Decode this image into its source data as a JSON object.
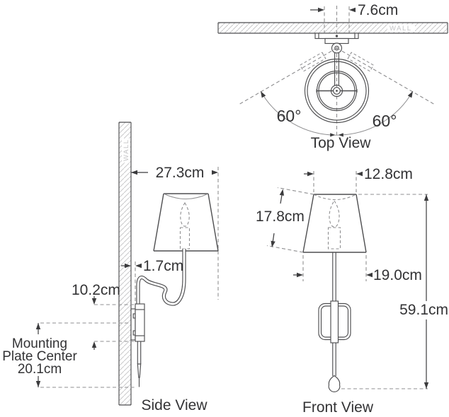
{
  "colors": {
    "background": "#ffffff",
    "line": "#4e4e50",
    "dim_line": "#3b3b3d",
    "dashed": "#8f8f91",
    "text": "#333335",
    "hatch": "#c9c9cb",
    "wall_text": "#c3c3c5"
  },
  "views": {
    "top": {
      "label": "Top View",
      "wall_label": "WALL",
      "dim_backplate_width": "7.6cm",
      "dim_swing_left": "60°",
      "dim_swing_right": "60°"
    },
    "side": {
      "label": "Side View",
      "wall_label": "WALL",
      "dim_depth_from_wall": "27.3cm",
      "dim_wall_clearance": "1.7cm",
      "dim_backplate_height": "10.2cm",
      "mounting_note_line1": "Mounting",
      "mounting_note_line2": "Plate Center",
      "mounting_note_line3": "20.1cm"
    },
    "front": {
      "label": "Front View",
      "dim_shade_top_width": "12.8cm",
      "dim_shade_slant_height": "17.8cm",
      "dim_shade_bottom_width": "19.0cm",
      "dim_overall_height": "59.1cm"
    }
  }
}
